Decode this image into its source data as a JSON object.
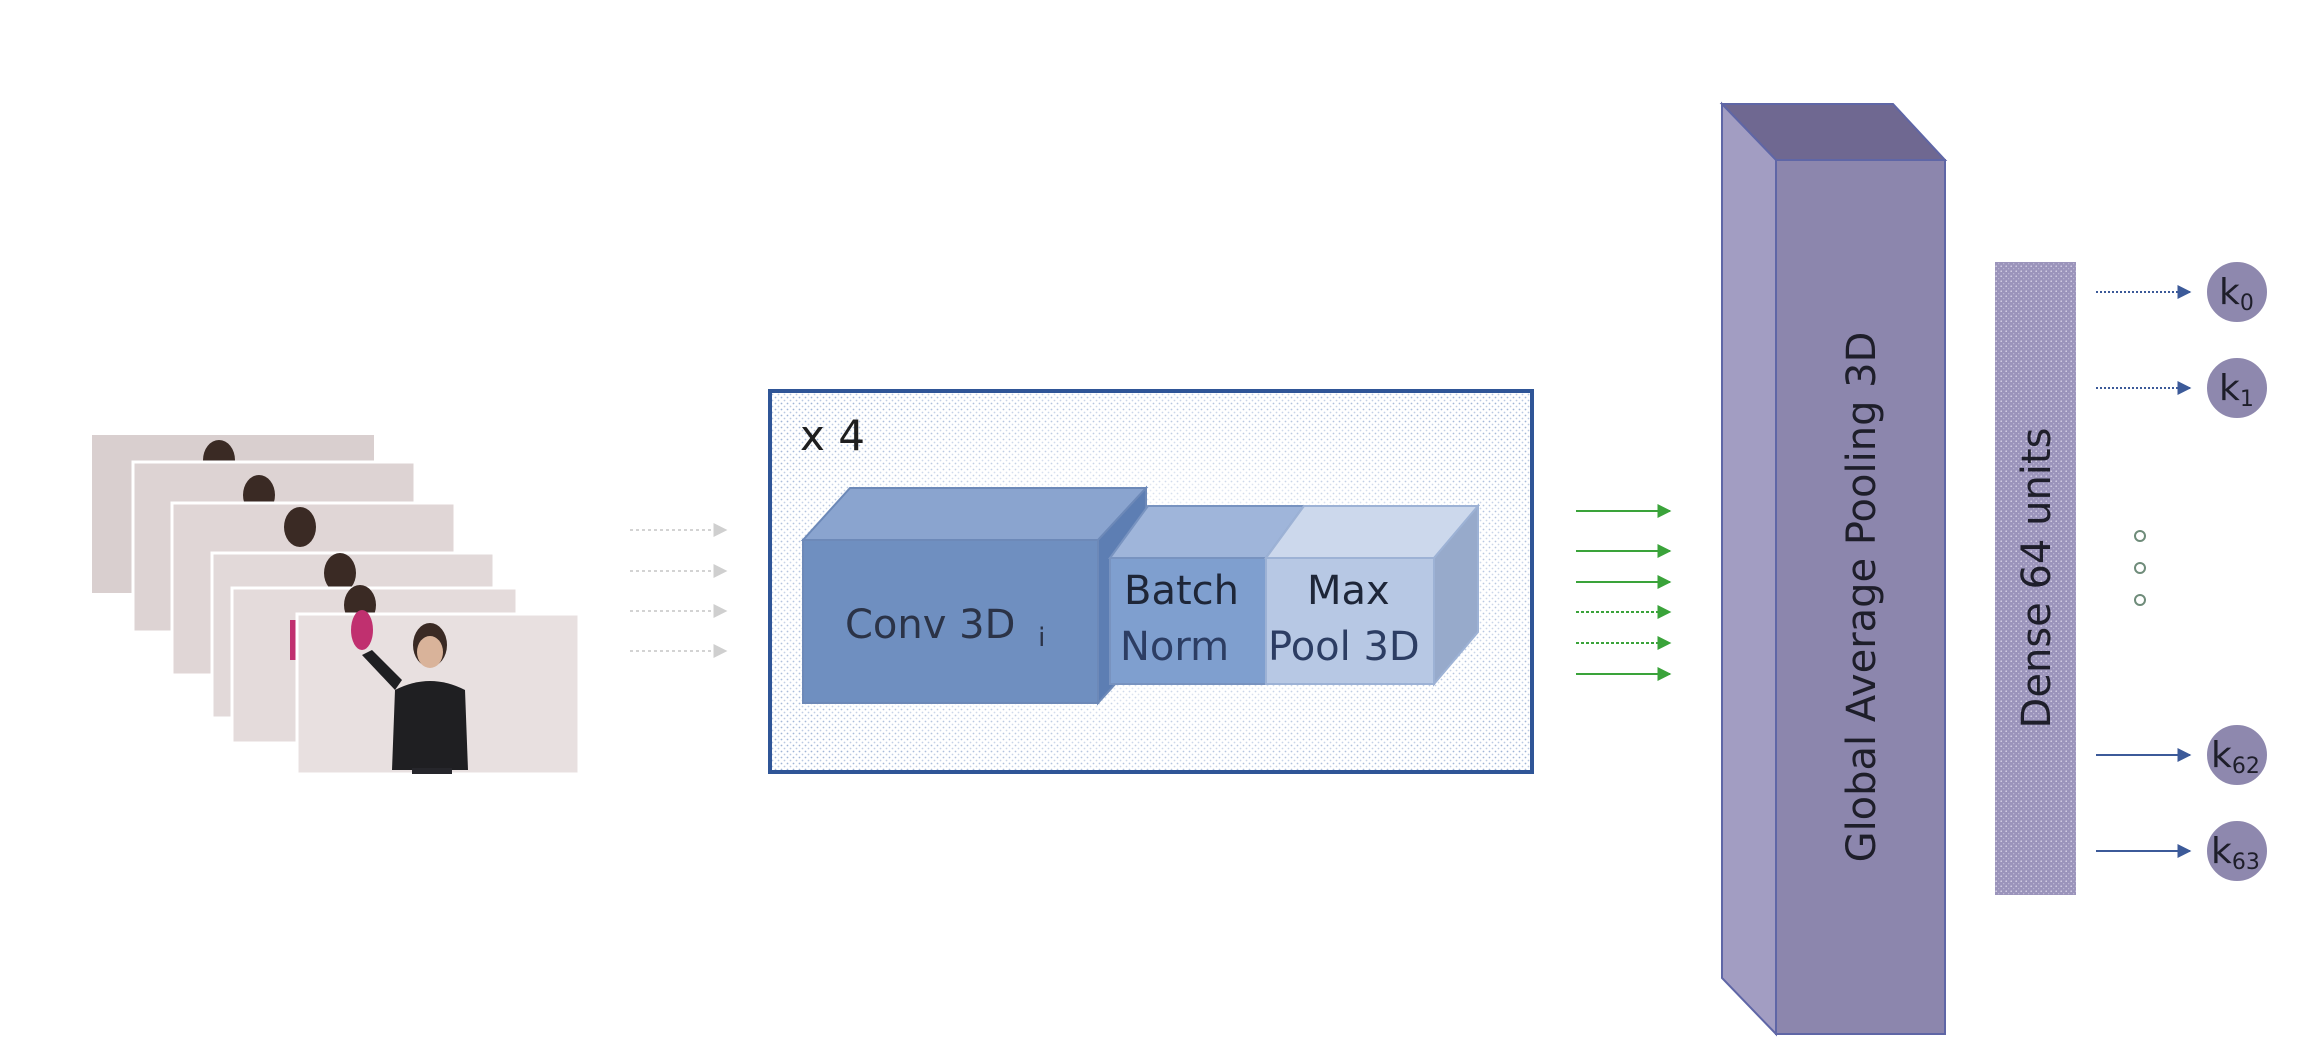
{
  "block": {
    "repeat_label": "x 4",
    "conv_label": "Conv 3D",
    "conv_subscript": "i",
    "batch_line1": "Batch",
    "batch_line2": "Norm",
    "pool_line1": "Max",
    "pool_line2": "Pool 3D"
  },
  "gap_label": "Global Average Pooling 3D",
  "dense_label": "Dense 64 units",
  "outputs": [
    {
      "base": "k",
      "sub": "0"
    },
    {
      "base": "k",
      "sub": "1"
    },
    {
      "base": "k",
      "sub": "62"
    },
    {
      "base": "k",
      "sub": "63"
    }
  ],
  "colors": {
    "block_border": "#2f5597",
    "conv_front": "#6f8fc0",
    "conv_top": "#8aa4cf",
    "batch_front": "#7f9fcf",
    "pool_front": "#b7c8e4",
    "gap_front": "#8c86ad",
    "gap_side": "#a29dc2",
    "gap_top": "#6f6891",
    "dense_fill": "#9b94bb",
    "node_fill": "#8e88ae",
    "arrow_green": "#3aa33a",
    "arrow_gray": "#c8c8c8",
    "arrow_blue": "#3c5a99"
  },
  "icons": [
    "video-frames-image",
    "ellipsis-dots-icon"
  ]
}
